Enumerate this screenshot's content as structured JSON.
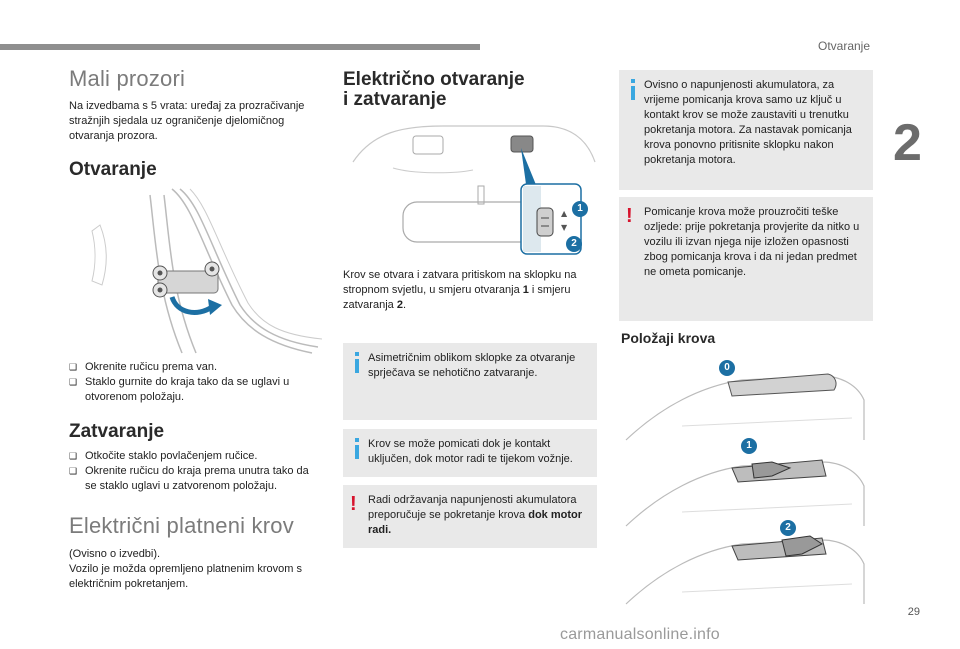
{
  "header": {
    "section": "Otvaranje",
    "chapter": "2"
  },
  "left": {
    "title1": "Mali prozori",
    "intro": "Na izvedbama s 5 vrata: uređaj za prozračivanje stražnjih sjedala uz ograničenje djelomičnog otvaranja prozora.",
    "h_open": "Otvaranje",
    "open_items": [
      "Okrenite ručicu prema van.",
      "Staklo gurnite do kraja tako da se uglavi u otvorenom položaju."
    ],
    "h_close": "Zatvaranje",
    "close_items": [
      "Otkočite staklo povlačenjem ručice.",
      "Okrenite ručicu do kraja prema unutra tako da se staklo uglavi u zatvorenom položaju."
    ],
    "title2": "Električni platneni krov",
    "note_optional": "(Ovisno o izvedbi).",
    "note_body": "Vozilo je možda opremljeno platnenim krovom s električnim pokretanjem."
  },
  "middle": {
    "title_l1": "Električno otvaranje",
    "title_l2": "i zatvaranje",
    "callout1": "1",
    "callout2": "2",
    "para_pre": "Krov se otvara i zatvara pritiskom na sklopku na stropnom svjetlu, u smjeru otvaranja ",
    "para_b1": "1",
    "para_mid": " i smjeru zatvaranja ",
    "para_b2": "2",
    "para_end": ".",
    "info1": "Asimetričnim oblikom sklopke za otvaranje sprječava se nehotično zatvaranje.",
    "info2": "Krov se može pomicati dok je kontakt uključen, dok motor radi te tijekom vožnje.",
    "warn_pre": "Radi održavanja napunjenosti akumulatora preporučuje se pokretanje krova ",
    "warn_bold": "dok motor radi."
  },
  "right": {
    "info": "Ovisno o napunjenosti akumulatora, za vrijeme pomicanja krova samo uz ključ u kontakt krov se može zaustaviti u trenutku pokretanja motora. Za nastavak pomicanja krova ponovno pritisnite sklopku nakon pokretanja motora.",
    "warn": "Pomicanje krova može prouzročiti teške ozljede: prije pokretanja provjerite da nitko u vozilu ili izvan njega nije izložen opasnosti zbog pomicanja krova i da ni jedan predmet ne ometa pomicanje.",
    "h_positions": "Položaji krova",
    "pos": [
      "0",
      "1",
      "2"
    ]
  },
  "footer": {
    "page": "29",
    "watermark": "carmanualsonline.info"
  },
  "colors": {
    "accent_blue": "#1c6fa3",
    "info_blue": "#3aa7e0",
    "warning_red": "#d7132d",
    "box_gray": "#e9e9e9"
  }
}
